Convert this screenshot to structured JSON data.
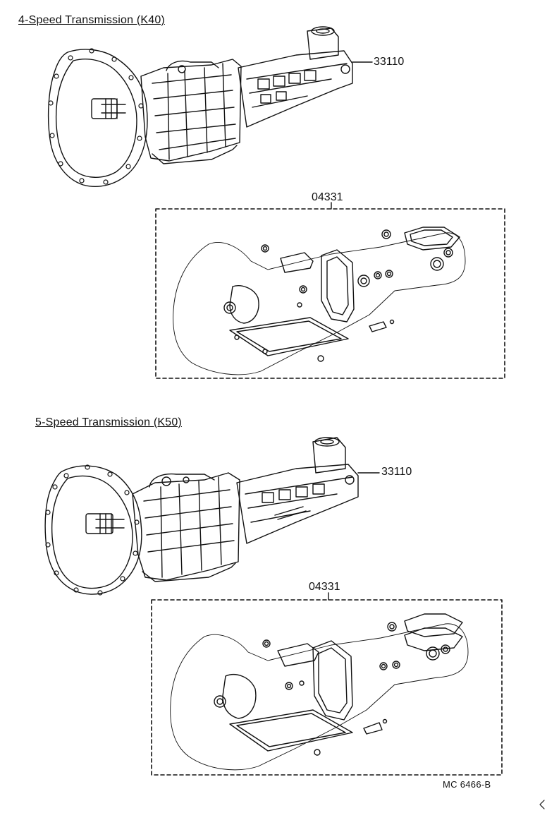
{
  "sections": [
    {
      "heading": "4-Speed Transmission (K40)",
      "assembly_part": "33110",
      "gasket_kit_part": "04331"
    },
    {
      "heading": "5-Speed Transmission (K50)",
      "assembly_part": "33110",
      "gasket_kit_part": "04331"
    }
  ],
  "footer_code": "MC 6466-B"
}
